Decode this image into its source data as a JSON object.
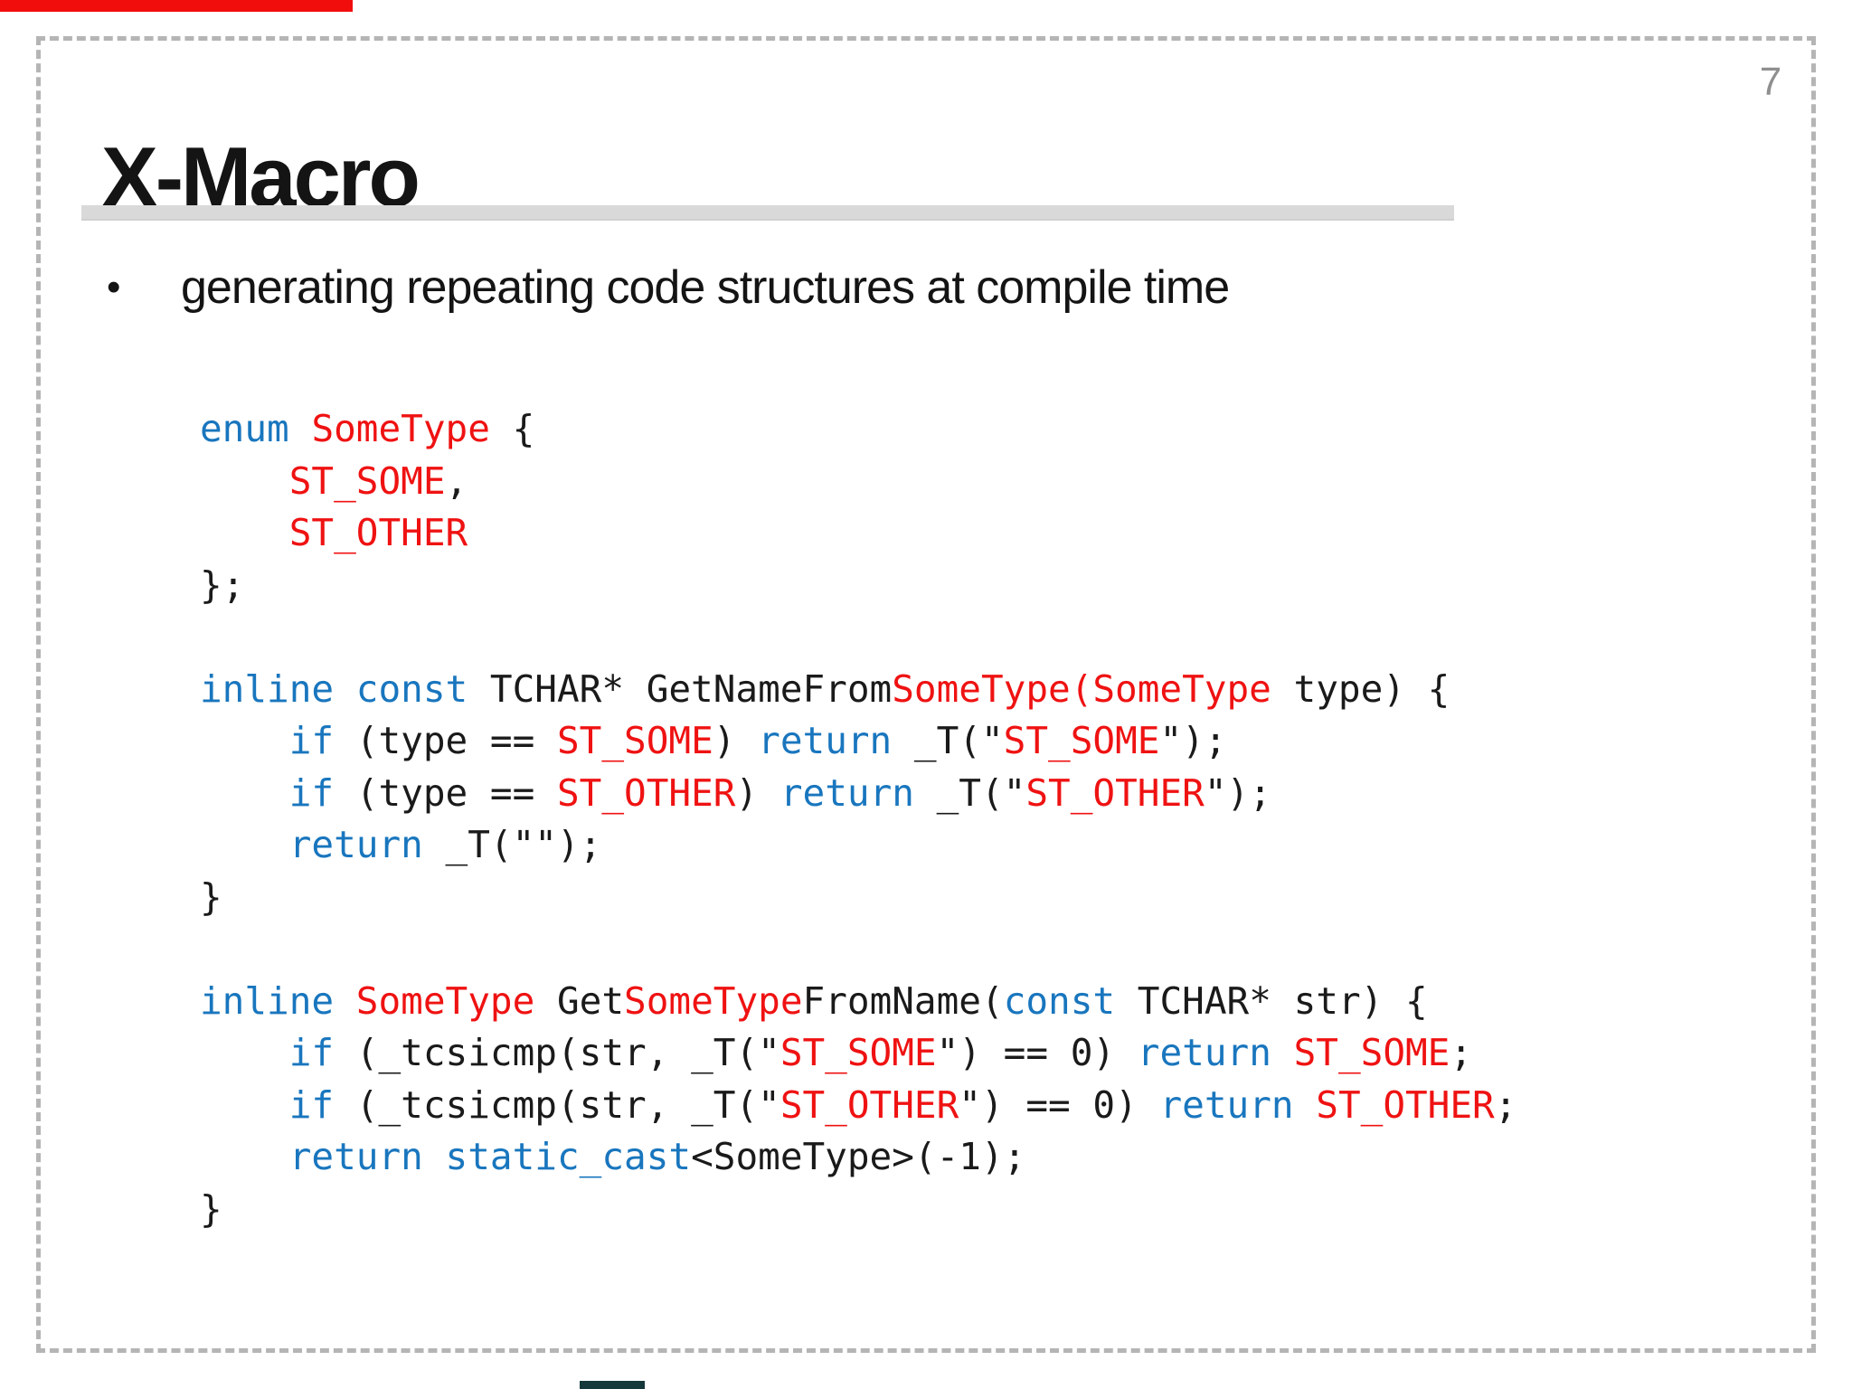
{
  "slide": {
    "page_number": "7",
    "title": "X-Macro",
    "bullet": "generating repeating code structures at compile time",
    "bullet_marker": "•"
  },
  "colors": {
    "keyword": "#1976be",
    "type": "#ef1212",
    "plain": "#1a1a1a",
    "ink": "#141414",
    "muted": "#8f8f8f",
    "rule": "#d9d9d9",
    "frame": "#b5b5b5",
    "red_bar": "#f20d0d",
    "player_fragment": "#15383a"
  },
  "code": {
    "lines": [
      [
        {
          "c": "k",
          "t": "enum"
        },
        {
          "c": "p",
          "t": " "
        },
        {
          "c": "t",
          "t": "SomeType"
        },
        {
          "c": "p",
          "t": " {"
        }
      ],
      [
        {
          "c": "p",
          "t": "    "
        },
        {
          "c": "t",
          "t": "ST_SOME"
        },
        {
          "c": "p",
          "t": ","
        }
      ],
      [
        {
          "c": "p",
          "t": "    "
        },
        {
          "c": "t",
          "t": "ST_OTHER"
        }
      ],
      [
        {
          "c": "p",
          "t": "};"
        }
      ],
      [],
      [
        {
          "c": "k",
          "t": "inline"
        },
        {
          "c": "p",
          "t": " "
        },
        {
          "c": "k",
          "t": "const"
        },
        {
          "c": "p",
          "t": " TCHAR* GetNameFrom"
        },
        {
          "c": "t",
          "t": "SomeType(SomeType"
        },
        {
          "c": "p",
          "t": " type) {"
        }
      ],
      [
        {
          "c": "p",
          "t": "    "
        },
        {
          "c": "k",
          "t": "if"
        },
        {
          "c": "p",
          "t": " (type == "
        },
        {
          "c": "t",
          "t": "ST_SOME"
        },
        {
          "c": "p",
          "t": ") "
        },
        {
          "c": "k",
          "t": "return"
        },
        {
          "c": "p",
          "t": " _T(\""
        },
        {
          "c": "t",
          "t": "ST_SOME"
        },
        {
          "c": "p",
          "t": "\");"
        }
      ],
      [
        {
          "c": "p",
          "t": "    "
        },
        {
          "c": "k",
          "t": "if"
        },
        {
          "c": "p",
          "t": " (type == "
        },
        {
          "c": "t",
          "t": "ST_OTHER"
        },
        {
          "c": "p",
          "t": ") "
        },
        {
          "c": "k",
          "t": "return"
        },
        {
          "c": "p",
          "t": " _T(\""
        },
        {
          "c": "t",
          "t": "ST_OTHER"
        },
        {
          "c": "p",
          "t": "\");"
        }
      ],
      [
        {
          "c": "p",
          "t": "    "
        },
        {
          "c": "k",
          "t": "return"
        },
        {
          "c": "p",
          "t": " _T(\"\");"
        }
      ],
      [
        {
          "c": "p",
          "t": "}"
        }
      ],
      [],
      [
        {
          "c": "k",
          "t": "inline"
        },
        {
          "c": "p",
          "t": " "
        },
        {
          "c": "t",
          "t": "SomeType"
        },
        {
          "c": "p",
          "t": " Get"
        },
        {
          "c": "t",
          "t": "SomeType"
        },
        {
          "c": "p",
          "t": "FromName("
        },
        {
          "c": "k",
          "t": "const"
        },
        {
          "c": "p",
          "t": " TCHAR* str) {"
        }
      ],
      [
        {
          "c": "p",
          "t": "    "
        },
        {
          "c": "k",
          "t": "if"
        },
        {
          "c": "p",
          "t": " (_tcsicmp(str, _T(\""
        },
        {
          "c": "t",
          "t": "ST_SOME"
        },
        {
          "c": "p",
          "t": "\") == 0) "
        },
        {
          "c": "k",
          "t": "return"
        },
        {
          "c": "p",
          "t": " "
        },
        {
          "c": "t",
          "t": "ST_SOME"
        },
        {
          "c": "p",
          "t": ";"
        }
      ],
      [
        {
          "c": "p",
          "t": "    "
        },
        {
          "c": "k",
          "t": "if"
        },
        {
          "c": "p",
          "t": " (_tcsicmp(str, _T(\""
        },
        {
          "c": "t",
          "t": "ST_OTHER"
        },
        {
          "c": "p",
          "t": "\") == 0) "
        },
        {
          "c": "k",
          "t": "return"
        },
        {
          "c": "p",
          "t": " "
        },
        {
          "c": "t",
          "t": "ST_OTHER"
        },
        {
          "c": "p",
          "t": ";"
        }
      ],
      [
        {
          "c": "p",
          "t": "    "
        },
        {
          "c": "k",
          "t": "return"
        },
        {
          "c": "p",
          "t": " "
        },
        {
          "c": "k",
          "t": "static_cast"
        },
        {
          "c": "p",
          "t": "<SomeType>(-1);"
        }
      ],
      [
        {
          "c": "p",
          "t": "}"
        }
      ]
    ]
  }
}
